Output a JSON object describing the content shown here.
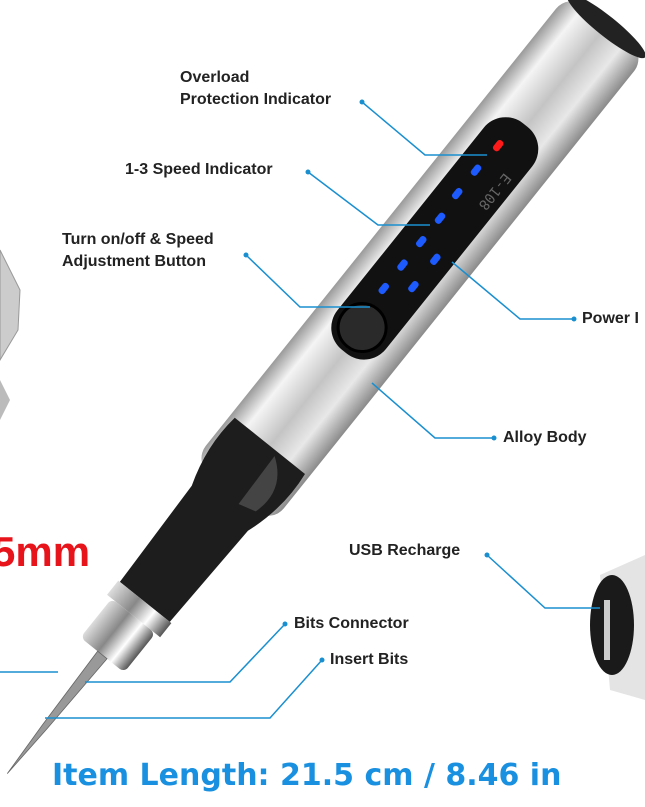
{
  "product": {
    "model_marking": "E-108",
    "size_label": "5mm",
    "item_length": "Item Length: 21.5 cm / 8.46 in"
  },
  "callouts": {
    "overload_line1": "Overload",
    "overload_line2": "Protection Indicator",
    "speed_indicator": "1-3 Speed Indicator",
    "button_line1": "Turn on/off & Speed",
    "button_line2": "Adjustment Button",
    "power": "Power I",
    "alloy_body": "Alloy Body",
    "usb": "USB Recharge",
    "bits_connector": "Bits Connector",
    "insert_bits": "Insert Bits"
  },
  "colors": {
    "callout_line": "#1a8fd0",
    "length_text": "#1a90e0",
    "size_text": "#e8141b",
    "led_blue": "#1e5bff",
    "led_red": "#ff1a1a"
  }
}
